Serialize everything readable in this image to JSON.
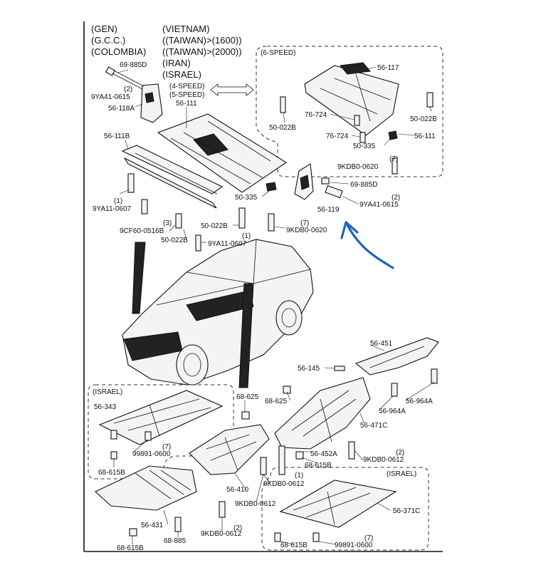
{
  "header": {
    "col1": [
      "(GEN)",
      "(G.C.C.)",
      "(COLOMBIA)"
    ],
    "col2": [
      "(VIETNAM)",
      "((TAIWAN)>(1600))",
      "((TAIWAN)>(2000))",
      "(IRAN)",
      "(ISRAEL)"
    ]
  },
  "group_labels": {
    "six_speed": "(6-SPEED)",
    "four_speed": "(4-SPEED)",
    "five_speed": "(5-SPEED)",
    "israel_left": "(ISRAEL)",
    "israel_right": "(ISRAEL)"
  },
  "parts": [
    {
      "id": "p1",
      "text": "69-885D"
    },
    {
      "id": "p2",
      "text": "(2)"
    },
    {
      "id": "p3",
      "text": "9YA41-0615"
    },
    {
      "id": "p4",
      "text": "56-118A"
    },
    {
      "id": "p5",
      "text": "56-111"
    },
    {
      "id": "p6",
      "text": "56-111B"
    },
    {
      "id": "p7",
      "text": "(1)"
    },
    {
      "id": "p8",
      "text": "9YA11-0607"
    },
    {
      "id": "p9",
      "text": "(3)"
    },
    {
      "id": "p10",
      "text": "9CF60-0516B"
    },
    {
      "id": "p11",
      "text": "50-022B"
    },
    {
      "id": "p12",
      "text": "(1)"
    },
    {
      "id": "p13",
      "text": "9YA11-0607"
    },
    {
      "id": "p14",
      "text": "50-022B"
    },
    {
      "id": "p15",
      "text": "50-335"
    },
    {
      "id": "p16",
      "text": "(7)"
    },
    {
      "id": "p17",
      "text": "9KDB0-0620"
    },
    {
      "id": "p18",
      "text": "69-885D"
    },
    {
      "id": "p19",
      "text": "(2)"
    },
    {
      "id": "p20",
      "text": "9YA41-0615"
    },
    {
      "id": "p21",
      "text": "56-117"
    },
    {
      "id": "p22",
      "text": "50-022B"
    },
    {
      "id": "p23",
      "text": "76-724"
    },
    {
      "id": "p24",
      "text": "76-724"
    },
    {
      "id": "p25",
      "text": "50-335"
    },
    {
      "id": "p26",
      "text": "50-022B"
    },
    {
      "id": "p27",
      "text": "56-111"
    },
    {
      "id": "p28",
      "text": "(7)"
    },
    {
      "id": "p29",
      "text": "9KDB0-0620"
    },
    {
      "id": "p30",
      "text": "56-451"
    },
    {
      "id": "p31",
      "text": "56-145"
    },
    {
      "id": "p32",
      "text": "56-964A"
    },
    {
      "id": "p33",
      "text": "56-964A"
    },
    {
      "id": "p34",
      "text": "56-471C"
    },
    {
      "id": "p35",
      "text": "68-625"
    },
    {
      "id": "p36",
      "text": "68-625"
    },
    {
      "id": "p37",
      "text": "56-343"
    },
    {
      "id": "p38",
      "text": "(7)"
    },
    {
      "id": "p39",
      "text": "99891-0600"
    },
    {
      "id": "p40",
      "text": "68-615B"
    },
    {
      "id": "p41",
      "text": "56-452A"
    },
    {
      "id": "p42",
      "text": "68-615B"
    },
    {
      "id": "p43",
      "text": "(2)"
    },
    {
      "id": "p44",
      "text": "9KDB0-0612"
    },
    {
      "id": "p45",
      "text": "(1)"
    },
    {
      "id": "p46",
      "text": "9KDB0-0612"
    },
    {
      "id": "p47",
      "text": "56-410"
    },
    {
      "id": "p48",
      "text": "9KDB0-0612"
    },
    {
      "id": "p49",
      "text": "56-431"
    },
    {
      "id": "p50",
      "text": "68-615B"
    },
    {
      "id": "p51",
      "text": "68-885"
    },
    {
      "id": "p52",
      "text": "(2)"
    },
    {
      "id": "p53",
      "text": "9KDB0-0612"
    },
    {
      "id": "p54",
      "text": "56-371C"
    },
    {
      "id": "p55",
      "text": "(7)"
    },
    {
      "id": "p56",
      "text": "68-615B"
    },
    {
      "id": "p57",
      "text": "99891-0600"
    }
  ],
  "highlight": {
    "text": "56-119",
    "color": "#e8a13a"
  },
  "annotation": {
    "arrow_color": "#1f63c6"
  },
  "colors": {
    "ink": "#111111"
  }
}
